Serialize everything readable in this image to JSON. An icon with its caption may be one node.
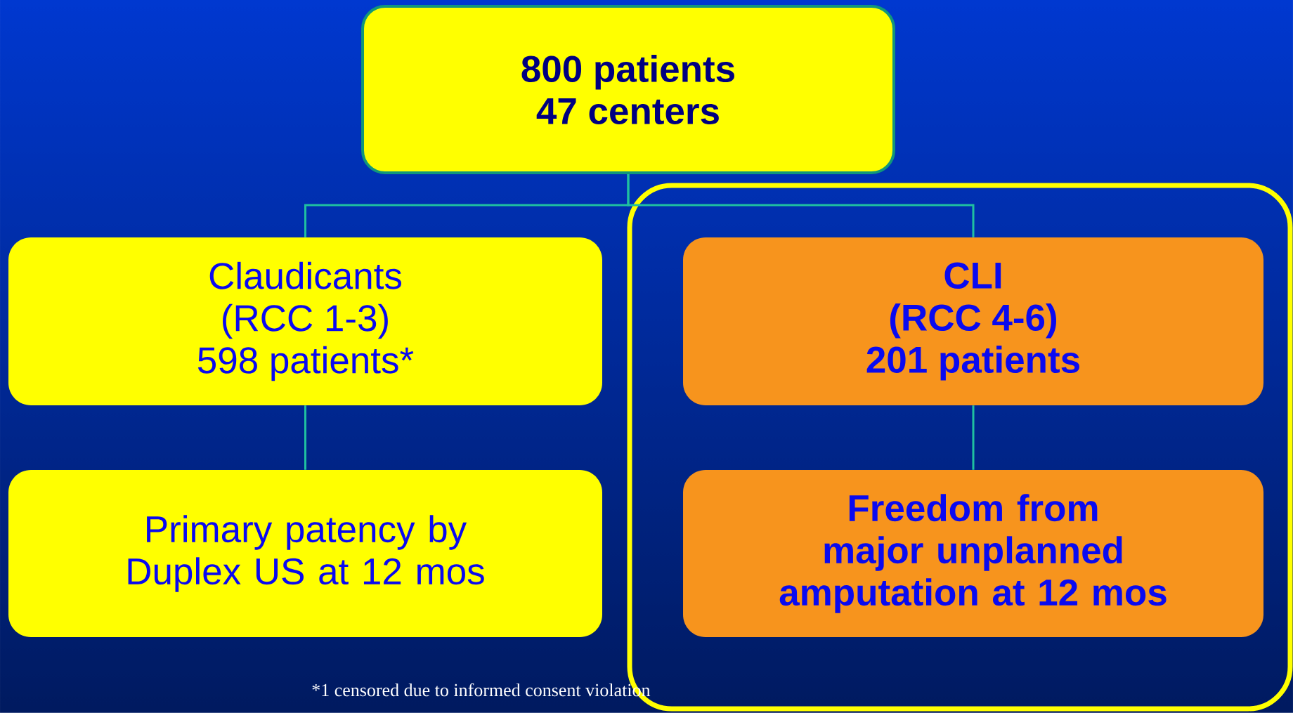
{
  "diagram": {
    "nodes": [
      {
        "text": [
          "800 patients",
          "47 centers"
        ]
      },
      {
        "text": [
          "Claudicants",
          "(RCC 1-3)",
          "598 patients*"
        ]
      },
      {
        "text": [],
        "shape": "box"
      },
      {
        "text": [
          "CLI",
          "(RCC 4-6)",
          "201 patients"
        ],
        "in": 2
      },
      {
        "text": [
          "Primary patency by Duplex US at 12 mos"
        ]
      },
      {
        "text": [
          "Freedom from major unplanned amputation at 12 mos"
        ],
        "in": 2
      }
    ],
    "edges": [
      {
        "from": 0,
        "to": 1,
        "arrow": "none"
      },
      {
        "from": 0,
        "to": 3,
        "arrow": "none"
      },
      {
        "from": 1,
        "to": 4,
        "arrow": "none"
      },
      {
        "from": 3,
        "to": 5,
        "arrow": "none"
      }
    ],
    "labels": [
      "*1 censored due to informed consent violation"
    ]
  }
}
